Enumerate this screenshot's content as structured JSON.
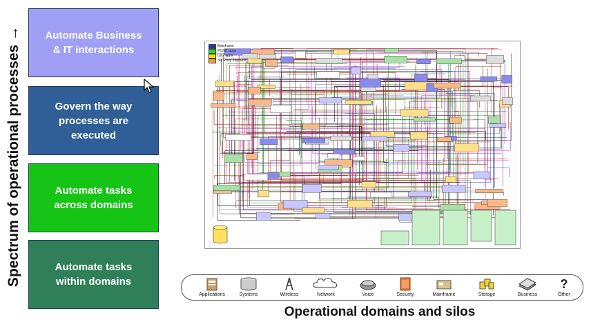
{
  "left_axis_label": "Spectrum of operational processes →",
  "process_boxes": [
    {
      "label": "Automate Business\n& IT interactions",
      "color": "#9f9ff5"
    },
    {
      "label": "Govern the way\nprocesses are\nexecuted",
      "color": "#2f5f96"
    },
    {
      "label": "Automate tasks\nacross domains",
      "color": "#16c416"
    },
    {
      "label": "Automate tasks\nwithin domains",
      "color": "#2f7f58"
    }
  ],
  "diagram": {
    "legend": [
      {
        "label": "Mainframe",
        "color": "#1f3a9a"
      },
      {
        "label": "PC/NT apps",
        "color": "#22dd22"
      },
      {
        "label": "Unix apps",
        "color": "#e8e800"
      },
      {
        "label": "3rd Party Interface",
        "color": "#ff9933"
      }
    ]
  },
  "domains": [
    {
      "label": "Applications",
      "icon": "applications-icon"
    },
    {
      "label": "Systems",
      "icon": "systems-icon"
    },
    {
      "label": "Wireless",
      "icon": "wireless-icon"
    },
    {
      "label": "Network",
      "icon": "network-icon"
    },
    {
      "label": "Voice",
      "icon": "voice-icon"
    },
    {
      "label": "Security",
      "icon": "security-icon"
    },
    {
      "label": "Mainframe",
      "icon": "mainframe-icon"
    },
    {
      "label": "Storage",
      "icon": "storage-icon"
    },
    {
      "label": "Business",
      "icon": "business-icon"
    },
    {
      "label": "Other",
      "icon": "question-icon"
    }
  ],
  "bottom_label": "Operational domains and silos"
}
